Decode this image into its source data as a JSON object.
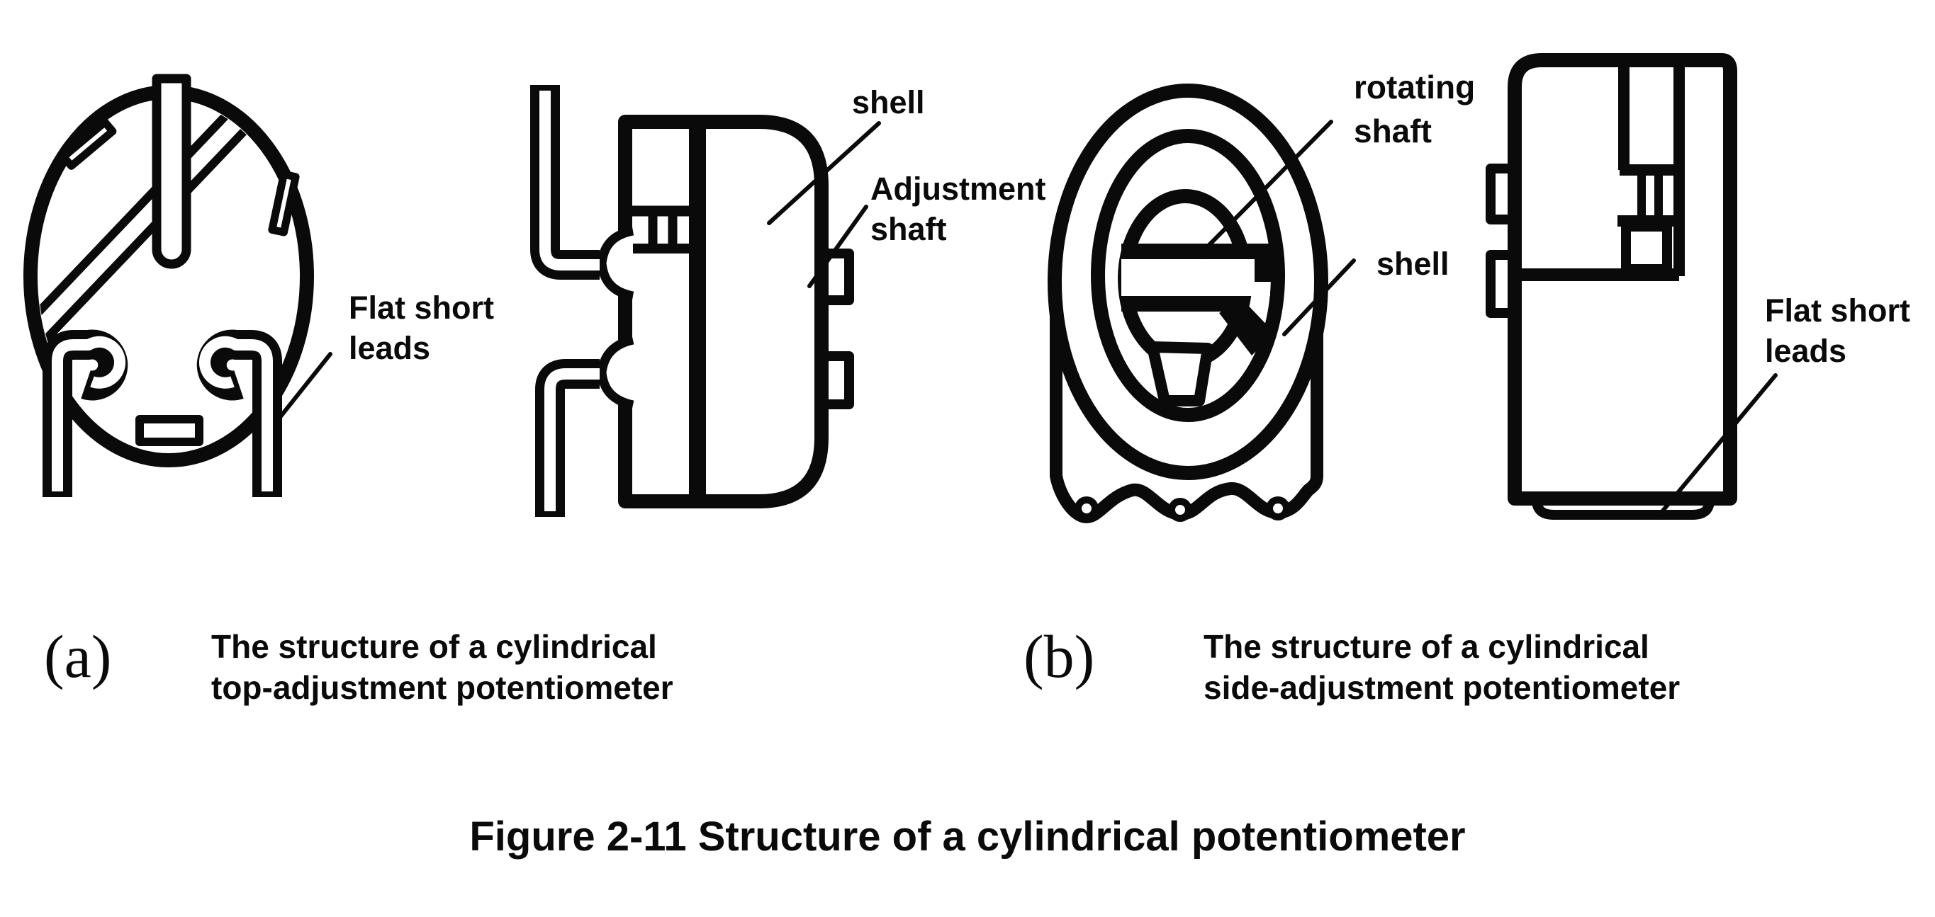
{
  "figure": {
    "title": "Figure 2-11 Structure of a cylindrical potentiometer",
    "background_color": "#ffffff",
    "line_color": "#0a0a0a"
  },
  "panel_a": {
    "marker": "(a)",
    "caption": "The structure of a cylindrical\ntop-adjustment potentiometer",
    "labels": {
      "flat_short_leads": "Flat short\nleads",
      "shell": "shell",
      "adjustment_shaft": "Adjustment\nshaft"
    }
  },
  "panel_b": {
    "marker": "(b)",
    "caption": "The structure of a cylindrical\nside-adjustment potentiometer",
    "labels": {
      "rotating_shaft": "rotating\nshaft",
      "shell": "shell",
      "flat_short_leads": "Flat short\nleads"
    }
  }
}
